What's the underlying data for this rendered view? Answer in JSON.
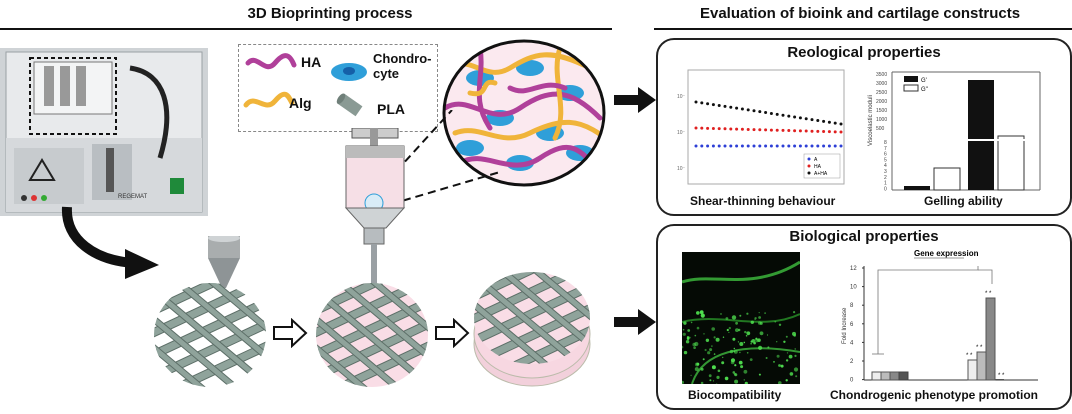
{
  "left_section": {
    "title": "3D Bioprinting process"
  },
  "right_section": {
    "title": "Evaluation of bioink and cartilage constructs"
  },
  "legend": {
    "items": [
      {
        "label": "HA",
        "color": "#b0409a",
        "kind": "wave"
      },
      {
        "label": "Chondro-",
        "label2": "cyte",
        "color": "#2f9fd9",
        "kind": "cell"
      },
      {
        "label": "Alg",
        "color": "#f0b43a",
        "kind": "wave"
      },
      {
        "label": "PLA",
        "color": "#8a9a94",
        "kind": "cylinder"
      }
    ]
  },
  "printer": {
    "brand_label": "REGEMAT"
  },
  "reological": {
    "title": "Reological properties",
    "shear_caption": "Shear-thinning behaviour",
    "gelling_caption": "Gelling ability",
    "shear_legend": [
      "A",
      "HA",
      "A+HA"
    ],
    "shear_series_colors": [
      "#2d3fd6",
      "#e02020",
      "#111111"
    ],
    "gel_legend": [
      "G'",
      "G''"
    ],
    "gel_ylabel": "Viscoelastic moduli",
    "gel_yticks_top": [
      "3500",
      "3000",
      "2500",
      "2000",
      "1500",
      "1000",
      "500"
    ],
    "gel_yticks_bottom": [
      "8",
      "7",
      "6",
      "5",
      "4",
      "3",
      "2",
      "1",
      "0"
    ]
  },
  "biological": {
    "title": "Biological properties",
    "bio_caption": "Biocompatibility",
    "chondro_caption": "Chondrogenic phenotype promotion",
    "gene_title": "Gene expression",
    "gene_ylabel": "Fold Increase",
    "gene_yticks": [
      "12",
      "10",
      "8",
      "6",
      "4",
      "2",
      "0"
    ],
    "sig_marks": [
      "* *",
      "* *",
      "* *",
      "* *"
    ]
  }
}
